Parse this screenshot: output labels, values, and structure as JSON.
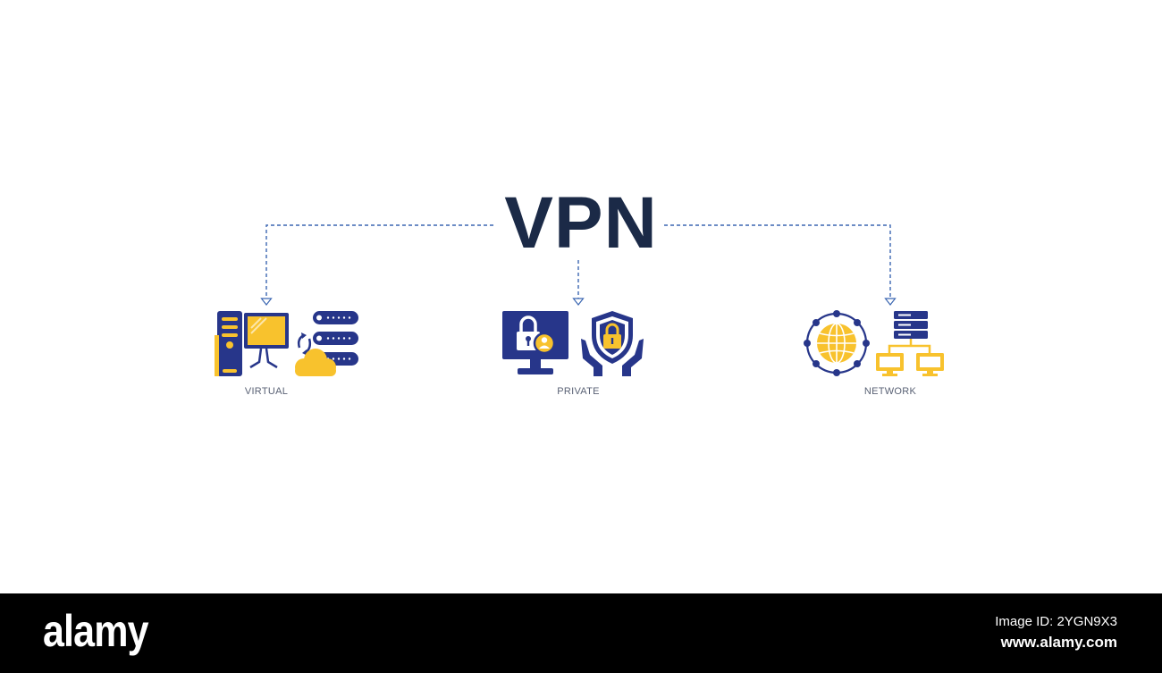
{
  "title": "VPN",
  "items": [
    {
      "label": "VIRTUAL",
      "icon": "virtual-machine-cloud-server-icon"
    },
    {
      "label": "PRIVATE",
      "icon": "private-lock-shield-icon"
    },
    {
      "label": "NETWORK",
      "icon": "network-globe-server-icon"
    }
  ],
  "colors": {
    "navy": "#27368a",
    "yellow": "#f8c22d",
    "title": "#1b2a47",
    "connector": "#3c67b2",
    "label": "#5a6275"
  },
  "footer": {
    "brand": "alamy",
    "image_id": "Image ID: 2YGN9X3",
    "url": "www.alamy.com"
  }
}
